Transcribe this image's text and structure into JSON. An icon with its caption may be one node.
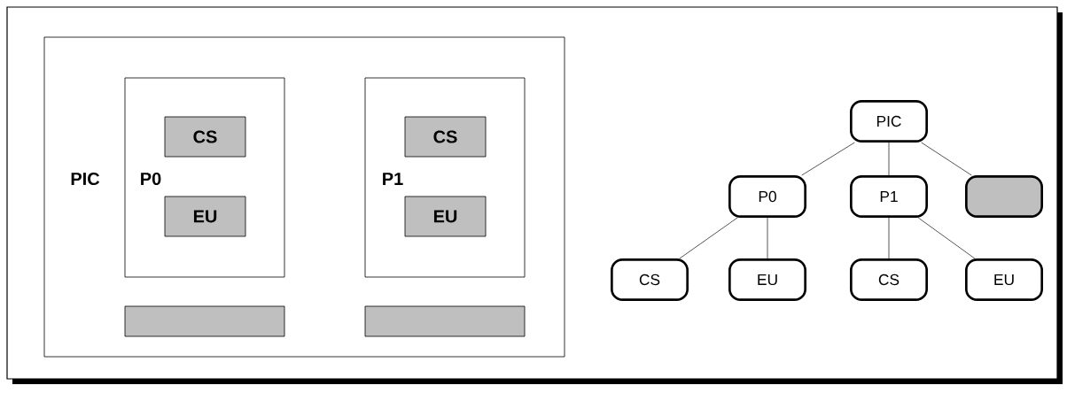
{
  "diagram": {
    "nodes": [
      {
        "text": [
          "PIC"
        ]
      },
      {
        "text": [
          "P0"
        ],
        "in": 0
      },
      {
        "text": [
          "CS"
        ],
        "in": 1
      },
      {
        "text": [
          "EU"
        ],
        "in": 1
      },
      {
        "text": [
          "P1"
        ],
        "in": 0
      },
      {
        "text": [
          "CS"
        ],
        "in": 4
      },
      {
        "text": [
          "EU"
        ],
        "in": 4
      },
      {
        "text": [],
        "shape": "bar",
        "in": 0
      },
      {
        "text": [],
        "shape": "bar",
        "in": 0
      },
      {
        "text": [
          "PIC"
        ]
      },
      {
        "text": [
          "P0"
        ]
      },
      {
        "text": [
          "P1"
        ]
      },
      {
        "text": [],
        "shape": "box"
      },
      {
        "text": [
          "CS"
        ]
      },
      {
        "text": [
          "EU"
        ]
      },
      {
        "text": [
          "CS"
        ]
      },
      {
        "text": [
          "EU"
        ]
      }
    ],
    "edges": [
      {
        "from": 9,
        "to": 10,
        "arrow": "none"
      },
      {
        "from": 9,
        "to": 11,
        "arrow": "none"
      },
      {
        "from": 9,
        "to": 12,
        "arrow": "none"
      },
      {
        "from": 10,
        "to": 13,
        "arrow": "none"
      },
      {
        "from": 10,
        "to": 14,
        "arrow": "none"
      },
      {
        "from": 11,
        "to": 15,
        "arrow": "none"
      },
      {
        "from": 11,
        "to": 16,
        "arrow": "none"
      }
    ]
  }
}
